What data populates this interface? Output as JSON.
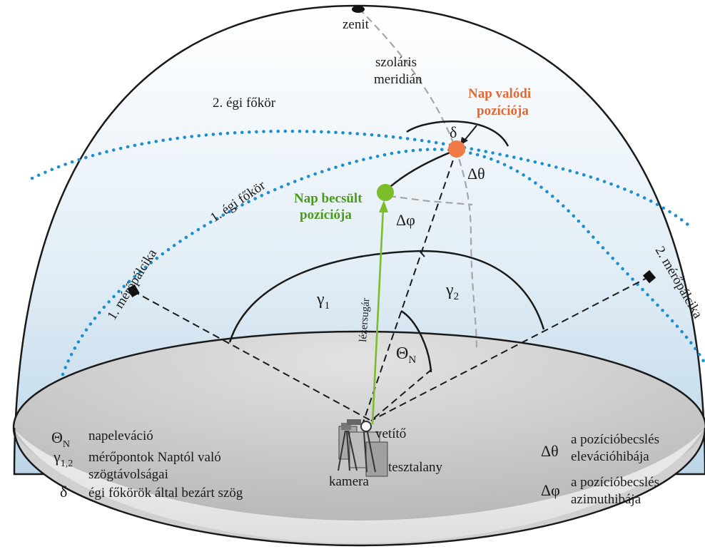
{
  "labels": {
    "zenith": "zenit",
    "solar_meridian_1": "szoláris",
    "solar_meridian_2": "meridián",
    "great_circle_2": "2. égi főkör",
    "great_circle_1": "1. égi főkör",
    "sun_true_1": "Nap valódi",
    "sun_true_2": "pozíciója",
    "sun_est_1": "Nap becsült",
    "sun_est_2": "pozíciója",
    "delta": "δ",
    "delta_theta": "Δθ",
    "delta_phi": "Δφ",
    "gamma": "γ",
    "sub1": "1",
    "sub2": "2",
    "theta": "Θ",
    "subN": "N",
    "laser": "lézersugár",
    "ruler_1": "1. mérőpálcika",
    "ruler_2": "2. mérőpálcika",
    "projector": "vetítő",
    "subject": "tesztalany",
    "camera": "kamera"
  },
  "legend_left": {
    "theta_sym": "Θ",
    "theta_sub": "N",
    "theta_text": "napeleváció",
    "gamma_sym": "γ",
    "gamma_sub": "1,2",
    "gamma_text_1": "mérőpontok Naptól való",
    "gamma_text_2": "szögtávolságai",
    "delta_sym": "δ",
    "delta_text": "égi főkörök által bezárt szög"
  },
  "legend_right": {
    "dtheta_sym": "Δθ",
    "dtheta_text_1": "a pozícióbecslés",
    "dtheta_text_2": "elevációhibája",
    "dphi_sym": "Δφ",
    "dphi_text_1": "a pozícióbecslés",
    "dphi_text_2": "azimuthibája"
  },
  "colors": {
    "sky_top": "#ffffff",
    "sky_bottom": "#bcd6e8",
    "floor_top": "#e6e6e6",
    "floor_bottom": "#a8a8a8",
    "great_circle": "#1a8fd0",
    "sun_true": "#ef7a45",
    "sun_estimated": "#7cbd2a",
    "laser": "#7cbd2a",
    "meridian": "#a6a6a6"
  }
}
